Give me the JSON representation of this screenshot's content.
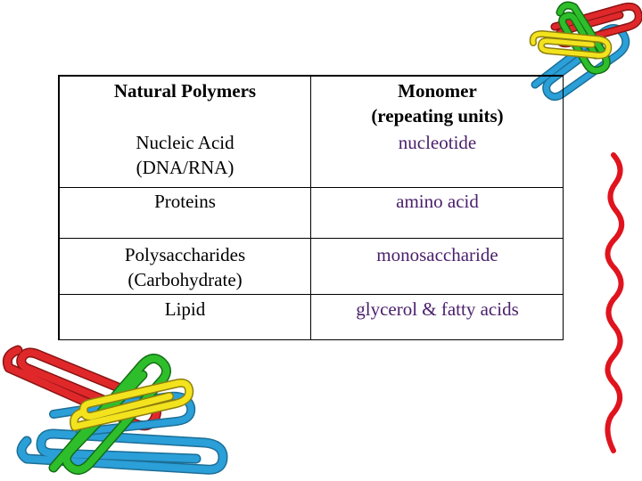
{
  "table": {
    "headers": [
      "Natural Polymers",
      "Monomer\n(repeating units)"
    ],
    "rows": [
      {
        "polymer": "Nucleic Acid\n(DNA/RNA)",
        "monomer": "nucleotide"
      },
      {
        "polymer": "Proteins",
        "monomer": "amino acid"
      },
      {
        "polymer": "Polysaccharides\n(Carbohydrate)",
        "monomer": "monosaccharide"
      },
      {
        "polymer": "Lipid",
        "monomer": "glycerol & fatty acids"
      }
    ]
  },
  "colors": {
    "monomer_text": "#4a1f6b",
    "clip_red": "#e0282a",
    "clip_green": "#2fbe2b",
    "clip_blue": "#2b9fd8",
    "clip_yellow": "#f3e31e",
    "squiggle": "#e0141e"
  },
  "decorations": [
    "paperclips-icon",
    "paperclips-icon",
    "red-squiggle-line"
  ]
}
